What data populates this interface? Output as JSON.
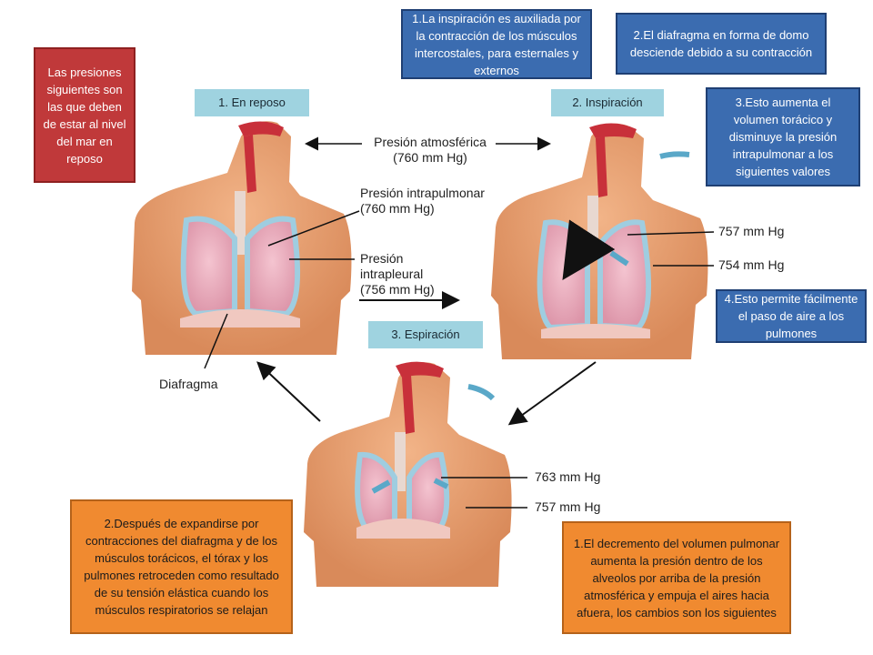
{
  "stages": {
    "rest": "1. En reposo",
    "inspiration": "2. Inspiración",
    "expiration": "3. Espiración"
  },
  "labels": {
    "atmospheric": "Presión atmosférica",
    "atmospheric_value": "(760 mm Hg)",
    "intrapulmonary": "Presión intrapulmonar",
    "intrapulmonary_value": "(760 mm Hg)",
    "intrapleural_1": "Presión",
    "intrapleural_2": "intrapleural",
    "intrapleural_value": "(756 mm Hg)",
    "diaphragm": "Diafragma",
    "insp_intrapulmonary": "757 mm Hg",
    "insp_intrapleural": "754 mm Hg",
    "exp_intrapulmonary": "763 mm Hg",
    "exp_intrapleural": "757 mm Hg"
  },
  "notes": {
    "red": "Las presiones siguientes son las que deben de estar al nivel del mar en reposo",
    "blue1": "1.La inspiración es auxiliada por la contracción de los músculos intercostales, para esternales y externos",
    "blue2": "2.El diafragma en forma de domo desciende debido a su contracción",
    "blue3": "3.Esto aumenta el volumen torácico y disminuye la presión intrapulmonar a los siguientes valores",
    "blue4": "4.Esto permite fácilmente el paso de aire a los pulmones",
    "orange_left": "2.Después de expandirse por contracciones del diafragma y de los músculos torácicos, el tórax y los pulmones retroceden como resultado de su tensión elástica cuando los músculos respiratorios se relajan",
    "orange_right": "1.El decremento del volumen pulmonar aumenta la presión dentro de los alveolos por arriba de la presión atmosférica y empuja el aires hacia afuera, los cambios son los siguientes"
  },
  "colors": {
    "skin": "#e8a070",
    "lung": "#e8a8b8",
    "pleura": "#9fcde0",
    "airway": "#c8303a",
    "arrow_air": "#5aa8c8",
    "stage_label": "#9fd3e0"
  }
}
